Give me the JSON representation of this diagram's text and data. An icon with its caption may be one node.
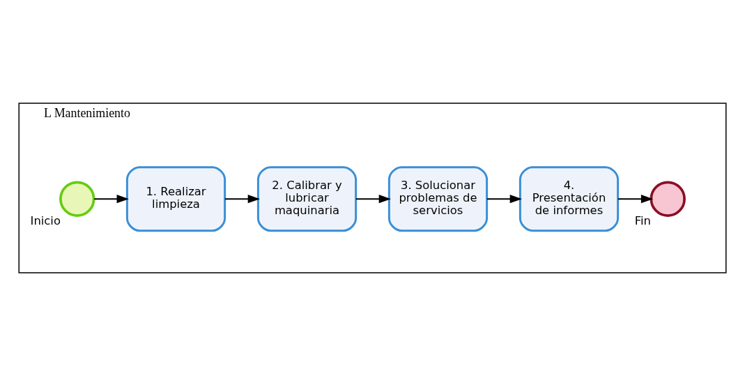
{
  "diagram": {
    "nodes": [
      {
        "text": [
          "L Mantenimiento"
        ]
      },
      {
        "text": [],
        "shape": "circle",
        "in": 0,
        "beside": [
          "Inicio"
        ]
      },
      {
        "text": [
          "1. Realizar limpieza"
        ],
        "in": 0
      },
      {
        "text": [
          "2. Calibrar y lubricar maquinaria"
        ],
        "in": 0
      },
      {
        "text": [
          "3. Solucionar problemas de servicios"
        ],
        "in": 0
      },
      {
        "text": [
          "4. Presentación de informes"
        ],
        "in": 0
      },
      {
        "text": [],
        "shape": "circle",
        "in": 0,
        "beside": [
          "Fin"
        ]
      }
    ],
    "edges": [
      {
        "from": 1,
        "to": 2,
        "arrow": "to"
      },
      {
        "from": 2,
        "to": 3,
        "arrow": "to"
      },
      {
        "from": 3,
        "to": 4,
        "arrow": "to"
      },
      {
        "from": 4,
        "to": 5,
        "arrow": "to"
      },
      {
        "from": 5,
        "to": 6,
        "arrow": "to"
      }
    ]
  }
}
